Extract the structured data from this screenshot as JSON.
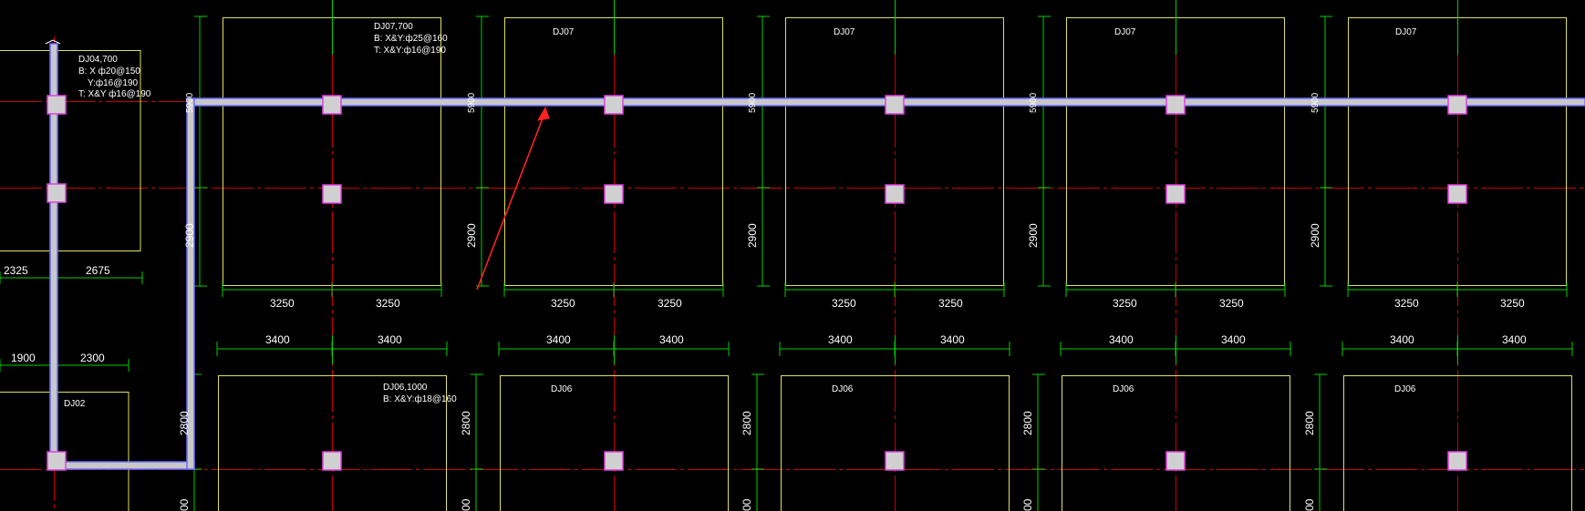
{
  "colors": {
    "background": "#000000",
    "axis": "#c80000",
    "dimension": "#00d000",
    "outline": "#e0e060",
    "beam_fill": "#c8c8c8",
    "beam_edge": "#6b6bff",
    "column_fill": "#d0d0d0",
    "column_edge": "#e040e0",
    "text": "#ffffff",
    "arrow": "#ff2020"
  },
  "left_block": {
    "top_label": {
      "lines": [
        "DJ04,700",
        "B: X ф20@150",
        "Y:ф16@190",
        "T: X&Y ф16@190"
      ]
    },
    "bottom_label": "DJ02",
    "dim_row1": [
      "2325",
      "2675"
    ],
    "dim_row2": [
      "1900",
      "2300"
    ]
  },
  "top_row": [
    {
      "lines": [
        "DJ07,700",
        "B: X&Y:ф25@160",
        "T: X&Y:ф16@190"
      ],
      "v_dim_top": "5900",
      "v_dim_mid": "2900",
      "h_dims": [
        "3250",
        "3250"
      ]
    },
    {
      "lines": [
        "DJ07"
      ],
      "v_dim_top": "5900",
      "v_dim_mid": "2900",
      "h_dims": [
        "3250",
        "3250"
      ]
    },
    {
      "lines": [
        "DJ07"
      ],
      "v_dim_top": "5900",
      "v_dim_mid": "2900",
      "h_dims": [
        "3250",
        "3250"
      ]
    },
    {
      "lines": [
        "DJ07"
      ],
      "v_dim_top": "5900",
      "v_dim_mid": "2900",
      "h_dims": [
        "3250",
        "3250"
      ]
    },
    {
      "lines": [
        "DJ07"
      ],
      "v_dim_top": "5900",
      "v_dim_mid": "2900",
      "h_dims": [
        "3250",
        "3250"
      ]
    }
  ],
  "bottom_row": [
    {
      "lines": [
        "DJ06,1000",
        "B: X&Y:ф18@160"
      ],
      "h_dims": [
        "3400",
        "3400"
      ],
      "v_dim": "2800",
      "v_dim_bottom": "00"
    },
    {
      "lines": [
        "DJ06"
      ],
      "h_dims": [
        "3400",
        "3400"
      ],
      "v_dim": "2800",
      "v_dim_bottom": "00"
    },
    {
      "lines": [
        "DJ06"
      ],
      "h_dims": [
        "3400",
        "3400"
      ],
      "v_dim": "2800",
      "v_dim_bottom": "00"
    },
    {
      "lines": [
        "DJ06"
      ],
      "h_dims": [
        "3400",
        "3400"
      ],
      "v_dim": "2800",
      "v_dim_bottom": "00"
    },
    {
      "lines": [
        "DJ06"
      ],
      "h_dims": [
        "3400",
        "3400"
      ],
      "v_dim": "2800",
      "v_dim_bottom": "00"
    }
  ]
}
